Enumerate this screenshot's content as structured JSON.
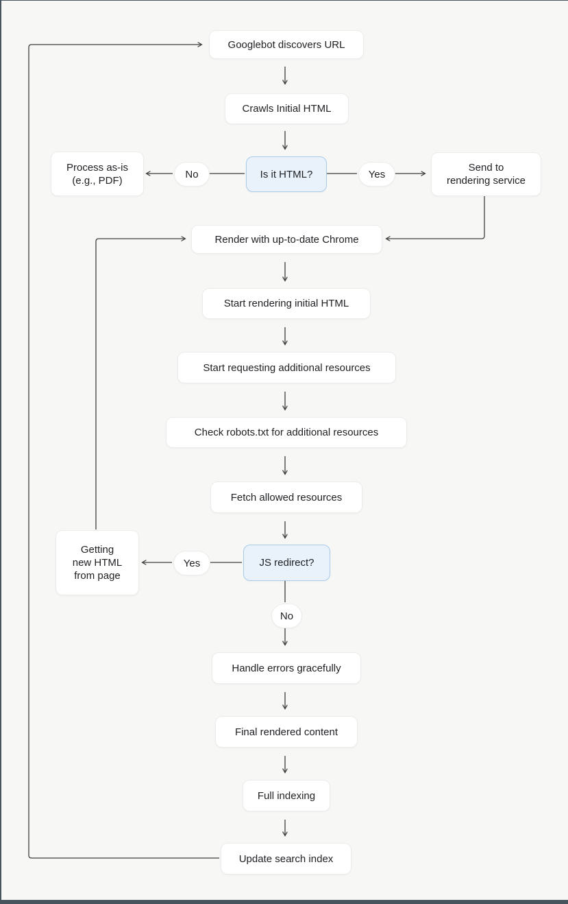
{
  "diagram": {
    "type": "flowchart",
    "colors": {
      "canvas_background": "#f7f7f6",
      "frame": "#47545e",
      "node_fill": "#ffffff",
      "node_border": "#ececea",
      "decision_fill": "#e9f2fb",
      "decision_border": "#a9cbea",
      "text": "#202124",
      "connector": "#3e3e3e"
    },
    "nodes": {
      "googlebot": {
        "label": "Googlebot discovers URL",
        "type": "process"
      },
      "crawls": {
        "label": "Crawls Initial HTML",
        "type": "process"
      },
      "is_it_html": {
        "label": "Is it HTML?",
        "type": "decision"
      },
      "process_as_is": {
        "label": "Process as-is\n(e.g., PDF)",
        "type": "process"
      },
      "send_to_rendering": {
        "label": "Send to\nrendering service",
        "type": "process"
      },
      "render_chrome": {
        "label": "Render with up-to-date Chrome",
        "type": "process"
      },
      "start_rendering": {
        "label": "Start rendering initial HTML",
        "type": "process"
      },
      "start_requesting": {
        "label": "Start requesting additional resources",
        "type": "process"
      },
      "check_robots": {
        "label": "Check robots.txt for additional resources",
        "type": "process"
      },
      "fetch_allowed": {
        "label": "Fetch allowed resources",
        "type": "process"
      },
      "js_redirect": {
        "label": "JS redirect?",
        "type": "decision"
      },
      "getting_new_html": {
        "label": "Getting\nnew HTML\nfrom page",
        "type": "process"
      },
      "handle_errors": {
        "label": "Handle errors gracefully",
        "type": "process"
      },
      "final_rendered": {
        "label": "Final rendered content",
        "type": "process"
      },
      "full_indexing": {
        "label": "Full indexing",
        "type": "process"
      },
      "update_index": {
        "label": "Update search index",
        "type": "process"
      }
    },
    "edge_labels": {
      "html_no": "No",
      "html_yes": "Yes",
      "redirect_yes": "Yes",
      "redirect_no": "No"
    },
    "edges": [
      {
        "from": "Googlebot discovers URL",
        "to": "Crawls Initial HTML"
      },
      {
        "from": "Crawls Initial HTML",
        "to": "Is it HTML?"
      },
      {
        "from": "Is it HTML?",
        "to": "Process as-is (e.g., PDF)",
        "label": "No"
      },
      {
        "from": "Is it HTML?",
        "to": "Send to rendering service",
        "label": "Yes"
      },
      {
        "from": "Send to rendering service",
        "to": "Render with up-to-date Chrome"
      },
      {
        "from": "Render with up-to-date Chrome",
        "to": "Start rendering initial HTML"
      },
      {
        "from": "Start rendering initial HTML",
        "to": "Start requesting additional resources"
      },
      {
        "from": "Start requesting additional resources",
        "to": "Check robots.txt for additional resources"
      },
      {
        "from": "Check robots.txt for additional resources",
        "to": "Fetch allowed resources"
      },
      {
        "from": "Fetch allowed resources",
        "to": "JS redirect?"
      },
      {
        "from": "JS redirect?",
        "to": "Getting new HTML from page",
        "label": "Yes"
      },
      {
        "from": "Getting new HTML from page",
        "to": "Render with up-to-date Chrome"
      },
      {
        "from": "JS redirect?",
        "to": "Handle errors gracefully",
        "label": "No"
      },
      {
        "from": "Handle errors gracefully",
        "to": "Final rendered content"
      },
      {
        "from": "Final rendered content",
        "to": "Full indexing"
      },
      {
        "from": "Full indexing",
        "to": "Update search index"
      },
      {
        "from": "Update search index",
        "to": "Googlebot discovers URL"
      }
    ]
  }
}
